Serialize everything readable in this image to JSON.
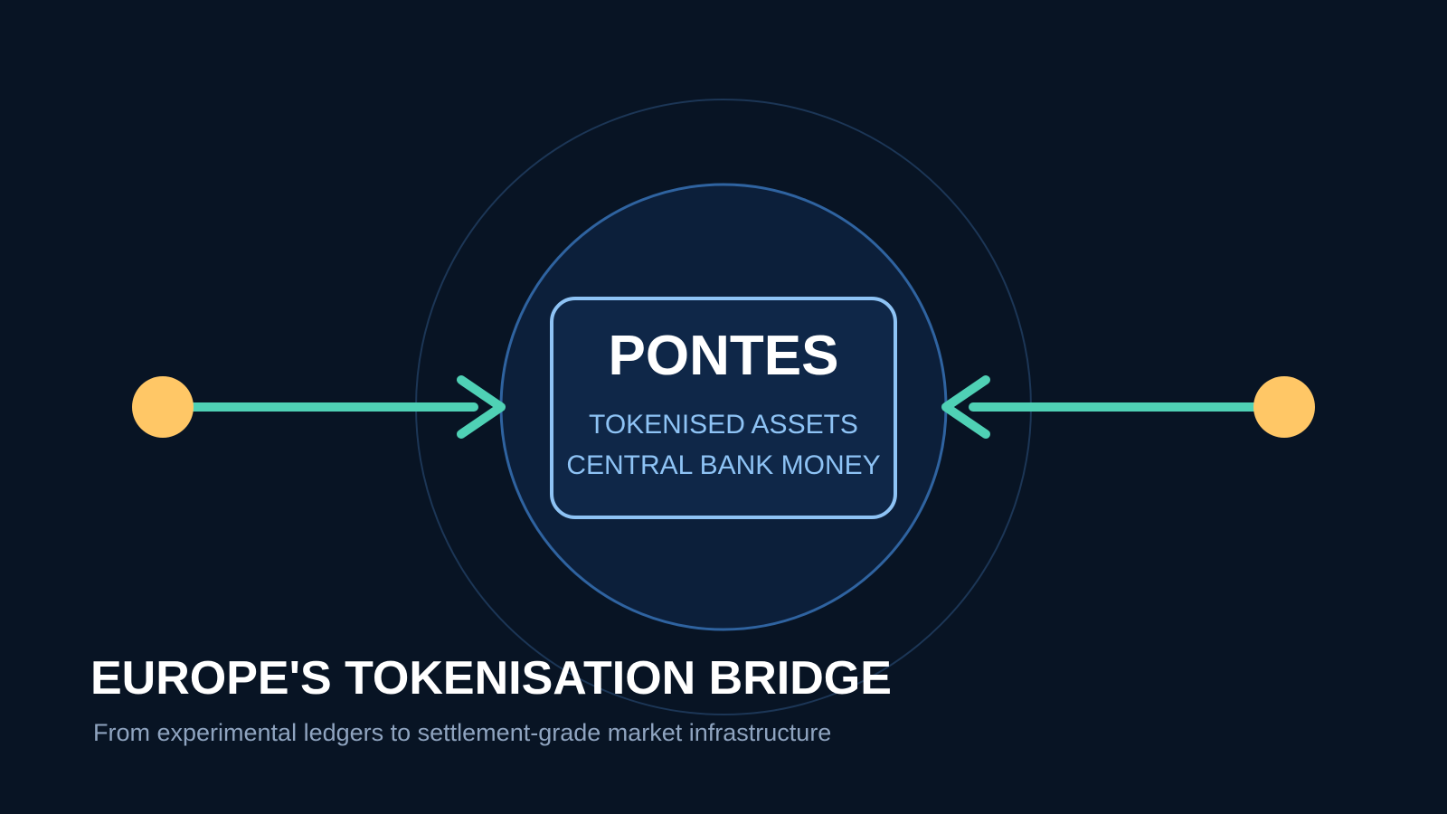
{
  "center_node": {
    "title": "PONTES",
    "line1": "TOKENISED ASSETS",
    "line2": "CENTRAL BANK MONEY"
  },
  "headline": {
    "title": "EUROPE'S TOKENISATION BRIDGE",
    "subtitle": "From experimental ledgers to settlement-grade market infrastructure"
  },
  "colors": {
    "background": "#081424",
    "connector": "#4fd1b5",
    "endpoint": "#ffc766",
    "node_border": "#8ec3f5",
    "inner_ring": "#2f63a0",
    "outer_ring": "#1c3656"
  }
}
